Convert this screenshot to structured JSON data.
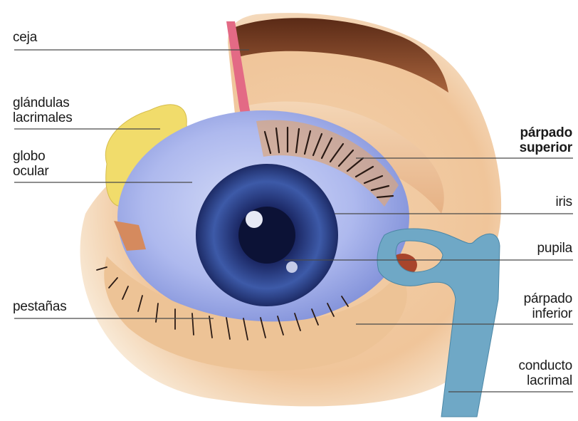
{
  "diagram": {
    "labels": {
      "eyebrow": "ceja",
      "lacrimal_glands": "glándulas\nlacrimales",
      "eyeball": "globo\nocular",
      "eyelashes": "pestañas",
      "upper_eyelid": "párpado\nsuperior",
      "iris": "iris",
      "pupil": "pupila",
      "lower_eyelid": "párpado\ninferior",
      "tear_duct": "conducto\nlacrimal"
    },
    "colors": {
      "skin_light": "#f7e6cf",
      "skin": "#efc89f",
      "skin_shadow": "#d99a6e",
      "eyebrow": "#7a3b20",
      "eyelid_cut": "#e36a85",
      "sclera": "#a9b6ee",
      "iris_dark": "#1d2b66",
      "iris_mid": "#3d5aa8",
      "pupil": "#0c1236",
      "lacrimal_gland": "#f1dc6b",
      "tear_duct": "#6fa8c6",
      "caruncle": "#a8452c",
      "leader_line": "#4a4a4a"
    }
  }
}
